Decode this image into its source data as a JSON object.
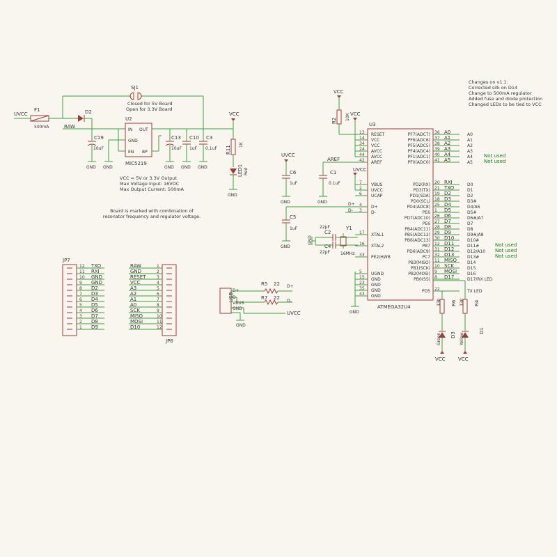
{
  "notes": {
    "changes": [
      "Changes on v1.1:",
      "Corrected silk on D14",
      "Change to 500mA regulator",
      "Added fuse and diode protection",
      "Changed LEDs to be tied to VCC"
    ],
    "specs": [
      "VCC = 5V or 3.3V Output",
      "Max Voltage Input: 16VDC",
      "Max Output Current: 500mA"
    ],
    "board": [
      "Board is marked with combination of",
      "resonator frequency and regulator voltage."
    ],
    "sj1": [
      "Closed for 5V Board",
      "Open for 3.3V Board"
    ]
  },
  "power": {
    "sj1": "SJ1",
    "f1": "F1",
    "f1_value": "500mA",
    "d2": "D2",
    "uvcc": "UVCC",
    "raw": "RAW",
    "u2": "U2",
    "u2_part": "MIC5219",
    "u2_pins": [
      "IN",
      "OUT",
      "GND",
      "EN",
      "BP"
    ],
    "c19": "C19",
    "c19_value": "10uF",
    "c13": "C13",
    "c13_value": "10uF",
    "c10": "C10",
    "c10_value": "1uF",
    "c3": "C3",
    "c3_value": "0.1uF",
    "r11": "R11",
    "r11_value": "1K",
    "led1": "LED1",
    "led1_color": "Red",
    "vcc": "VCC",
    "gnd": "GND"
  },
  "u3": {
    "ref": "U3",
    "part": "ATMEGA32U4",
    "left_pins": [
      {
        "num": "13",
        "name": "RESET"
      },
      {
        "num": "14",
        "name": "VCC"
      },
      {
        "num": "34",
        "name": "VCC"
      },
      {
        "num": "24",
        "name": "AVCC"
      },
      {
        "num": "44",
        "name": "AVCC"
      },
      {
        "num": "42",
        "name": "AREF"
      },
      {
        "num": "7",
        "name": "VBUS"
      },
      {
        "num": "2",
        "name": "UVCC"
      },
      {
        "num": "6",
        "name": "UCAP"
      },
      {
        "num": "4",
        "name": "D+"
      },
      {
        "num": "3",
        "name": "D-"
      },
      {
        "num": "17",
        "name": "XTAL1"
      },
      {
        "num": "16",
        "name": "XTAL2"
      },
      {
        "num": "33",
        "name": "PE2/HWB"
      },
      {
        "num": "5",
        "name": "UGND"
      },
      {
        "num": "15",
        "name": "GND"
      },
      {
        "num": "23",
        "name": "GND"
      },
      {
        "num": "35",
        "name": "GND"
      },
      {
        "num": "43",
        "name": "GND"
      }
    ],
    "right_pins": [
      {
        "num": "36",
        "name": "PF7(ADC7)",
        "net": "A0",
        "label": "A0"
      },
      {
        "num": "37",
        "name": "PF6(ADC6)",
        "net": "A1",
        "label": "A1"
      },
      {
        "num": "38",
        "name": "PF5(ADC5)",
        "net": "A2",
        "label": "A2"
      },
      {
        "num": "39",
        "name": "PF4(ADC4)",
        "net": "A3",
        "label": "A3"
      },
      {
        "num": "40",
        "name": "PF1(ADC1)",
        "net": "A4",
        "label": "A4"
      },
      {
        "num": "41",
        "name": "PF0(ADC0)",
        "net": "A5",
        "label": "A5"
      },
      {
        "num": "20",
        "name": "PD2(RX)",
        "net": "RXI",
        "label": "D0"
      },
      {
        "num": "21",
        "name": "PD3(TX)",
        "net": "TXO",
        "label": "D1"
      },
      {
        "num": "19",
        "name": "PD1(SDA)",
        "net": "D2",
        "label": "D2"
      },
      {
        "num": "18",
        "name": "PD0(SCL)",
        "net": "D3",
        "label": "D3#"
      },
      {
        "num": "25",
        "name": "PD4(ADC8)",
        "net": "D4",
        "label": "D4/A6"
      },
      {
        "num": "1",
        "name": "PE6",
        "net": "D5",
        "label": "D5#"
      },
      {
        "num": "26",
        "name": "PD7(ADC10)",
        "net": "D6",
        "label": "D6#/A7"
      },
      {
        "num": "27",
        "name": "PE6",
        "net": "D7",
        "label": "D7"
      },
      {
        "num": "28",
        "name": "PB4(ADC11)",
        "net": "D8",
        "label": "D8"
      },
      {
        "num": "29",
        "name": "PB5(ADC12)",
        "net": "D9",
        "label": "D9#/A8"
      },
      {
        "num": "30",
        "name": "PB6(ADC13)",
        "net": "D10",
        "label": "D10#"
      },
      {
        "num": "12",
        "name": "PB7",
        "net": "D11",
        "label": "D11#"
      },
      {
        "num": "31",
        "name": "PD6(ADC9)",
        "net": "D12",
        "label": "D12/A10"
      },
      {
        "num": "32",
        "name": "PC7",
        "net": "D13",
        "label": "D13#"
      },
      {
        "num": "11",
        "name": "PB3(MISO)",
        "net": "MISO",
        "label": "D14"
      },
      {
        "num": "10",
        "name": "PB1(SCK)",
        "net": "SCK",
        "label": "D15"
      },
      {
        "num": "9",
        "name": "PB2(MOSI)",
        "net": "MOSI",
        "label": "D16"
      },
      {
        "num": "8",
        "name": "PB0(SS)",
        "net": "D17",
        "label": "D17/RX LED"
      },
      {
        "num": "22",
        "name": "PD5",
        "net": "",
        "label": "TX LED"
      }
    ],
    "not_used": [
      "Not used",
      "Not used",
      "Not used",
      "Not used",
      "Not used"
    ]
  },
  "support": {
    "r2": "R2",
    "r2_value": "10K",
    "c6": "C6",
    "c6_value": "1uF",
    "c1": "C1",
    "c1_value": "0.1uF",
    "c5": "C5",
    "c5_value": "1uF",
    "c2": "C2",
    "c2_value": "22pF",
    "c4": "C4",
    "c4_value": "22pF",
    "y1": "Y1",
    "y1_value": "16MHz",
    "aref": "AREF",
    "uvcc": "UVCC",
    "vcc": "VCC",
    "dp": "D+",
    "dm": "D-",
    "gnd": "GND"
  },
  "leds": {
    "r6": "R6",
    "r6_value": "330",
    "r4": "R4",
    "r4_value": "330",
    "d3": "D3",
    "d3_color": "Green",
    "d1": "D1",
    "d1_color": "Yellow",
    "vcc": "VCC"
  },
  "jp7": {
    "ref": "JP7",
    "pins": [
      {
        "num": "12",
        "net": "TXO"
      },
      {
        "num": "11",
        "net": "RXI"
      },
      {
        "num": "10",
        "net": "GND"
      },
      {
        "num": "9",
        "net": "GND"
      },
      {
        "num": "8",
        "net": "D2"
      },
      {
        "num": "7",
        "net": "D3"
      },
      {
        "num": "6",
        "net": "D4"
      },
      {
        "num": "5",
        "net": "D5"
      },
      {
        "num": "4",
        "net": "D6"
      },
      {
        "num": "3",
        "net": "D7"
      },
      {
        "num": "2",
        "net": "D8"
      },
      {
        "num": "1",
        "net": "D9"
      }
    ]
  },
  "jp6": {
    "ref": "JP6",
    "pins": [
      {
        "num": "1",
        "net": "RAW"
      },
      {
        "num": "2",
        "net": "GND"
      },
      {
        "num": "3",
        "net": "RESET"
      },
      {
        "num": "4",
        "net": "VCC"
      },
      {
        "num": "5",
        "net": "A3"
      },
      {
        "num": "6",
        "net": "A2"
      },
      {
        "num": "7",
        "net": "A1"
      },
      {
        "num": "8",
        "net": "A0"
      },
      {
        "num": "9",
        "net": "SCK"
      },
      {
        "num": "10",
        "net": "MISO"
      },
      {
        "num": "11",
        "net": "MOSI"
      },
      {
        "num": "12",
        "net": "D10"
      }
    ]
  },
  "usb": {
    "label": "USB",
    "pins": [
      "D+",
      "D-",
      "VBUS",
      "GND"
    ],
    "r5": "R5",
    "r5_value": "22",
    "r7": "R7",
    "r7_value": "22",
    "dp": "D+",
    "dm": "D-",
    "uvcc": "UVCC",
    "gnd": "GND"
  }
}
